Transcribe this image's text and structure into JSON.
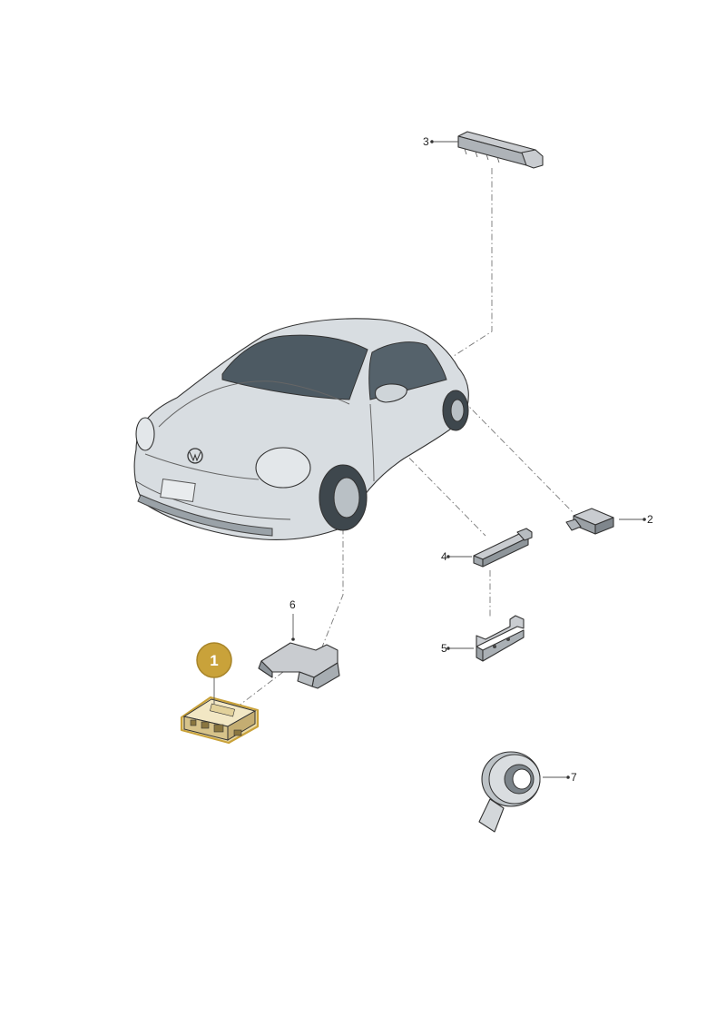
{
  "diagram": {
    "highlight_color": "#c9a23a",
    "part_fill": "#c9ccd0",
    "car_fill": "#d8dde1",
    "callouts": [
      {
        "id": "1",
        "label": "1",
        "highlighted": true
      },
      {
        "id": "2",
        "label": "2"
      },
      {
        "id": "3",
        "label": "3"
      },
      {
        "id": "4",
        "label": "4"
      },
      {
        "id": "5",
        "label": "5"
      },
      {
        "id": "6",
        "label": "6"
      },
      {
        "id": "7",
        "label": "7"
      }
    ]
  }
}
